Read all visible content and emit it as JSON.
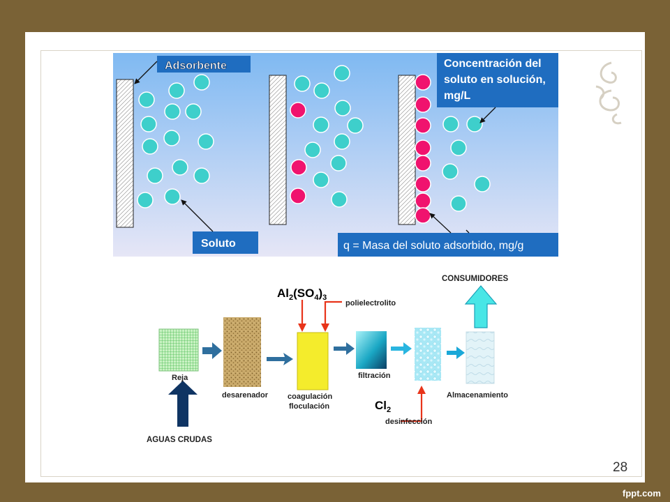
{
  "colors": {
    "frame": "#7a6236",
    "slide": "#ffffff",
    "solute": "#3ecfcb",
    "adsorbed": "#f0136e",
    "label_blue": "#1f6dc0",
    "arrow_blue": "#2f6f9e",
    "arrow_red": "#e8341a",
    "consumer_arrow": "#48e6e6",
    "raw_water_arrow": "#0f3463"
  },
  "adsorption": {
    "adsorbent_label": "Adsorbente",
    "concentration_label_lines": [
      "Concentración del",
      "soluto en solución,",
      "mg/L"
    ],
    "solute_label": "Soluto",
    "q_label": "q = Masa del soluto adsorbido, mg/g"
  },
  "process": {
    "chemical_al": {
      "base": "Al",
      "sub1": "2",
      "mid": "(SO",
      "sub2": "4",
      "close": ")",
      "sub3": "3"
    },
    "polyelectrolyte": "polielectrolito",
    "consumers": "CONSUMIDORES",
    "grate": "Reja",
    "sand_trap": "desarenador",
    "coag_lines": [
      "coagulación",
      "floculación"
    ],
    "filtration": "filtración",
    "chlorine": {
      "base": "Cl",
      "sub": "2"
    },
    "disinfection": "desinfección",
    "storage": "Almacenamiento",
    "raw_water": "AGUAS CRUDAS"
  },
  "slide": {
    "page_number": "28"
  },
  "watermark": "fppt.com"
}
